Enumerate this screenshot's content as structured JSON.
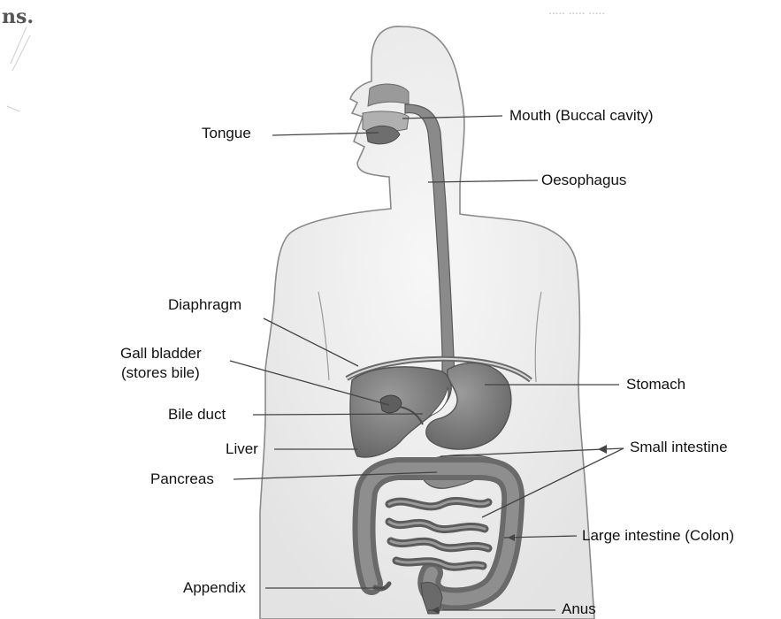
{
  "corner_text": "ns.",
  "labels": {
    "tongue": "Tongue",
    "mouth": "Mouth (Buccal cavity)",
    "oesophagus": "Oesophagus",
    "diaphragm": "Diaphragm",
    "gall_bladder_line1": "Gall bladder",
    "gall_bladder_line2": "(stores bile)",
    "bile_duct": "Bile duct",
    "liver": "Liver",
    "pancreas": "Pancreas",
    "stomach": "Stomach",
    "small_intestine": "Small  intestine",
    "large_intestine": "Large intestine (Colon)",
    "appendix": "Appendix",
    "anus": "Anus"
  },
  "colors": {
    "body_outline": "#8a8a8a",
    "body_fill": "#efefef",
    "organ_fill": "#7f7f7f",
    "organ_dark": "#5e5e5e",
    "leader_line": "#444444",
    "label_text": "#111111"
  }
}
